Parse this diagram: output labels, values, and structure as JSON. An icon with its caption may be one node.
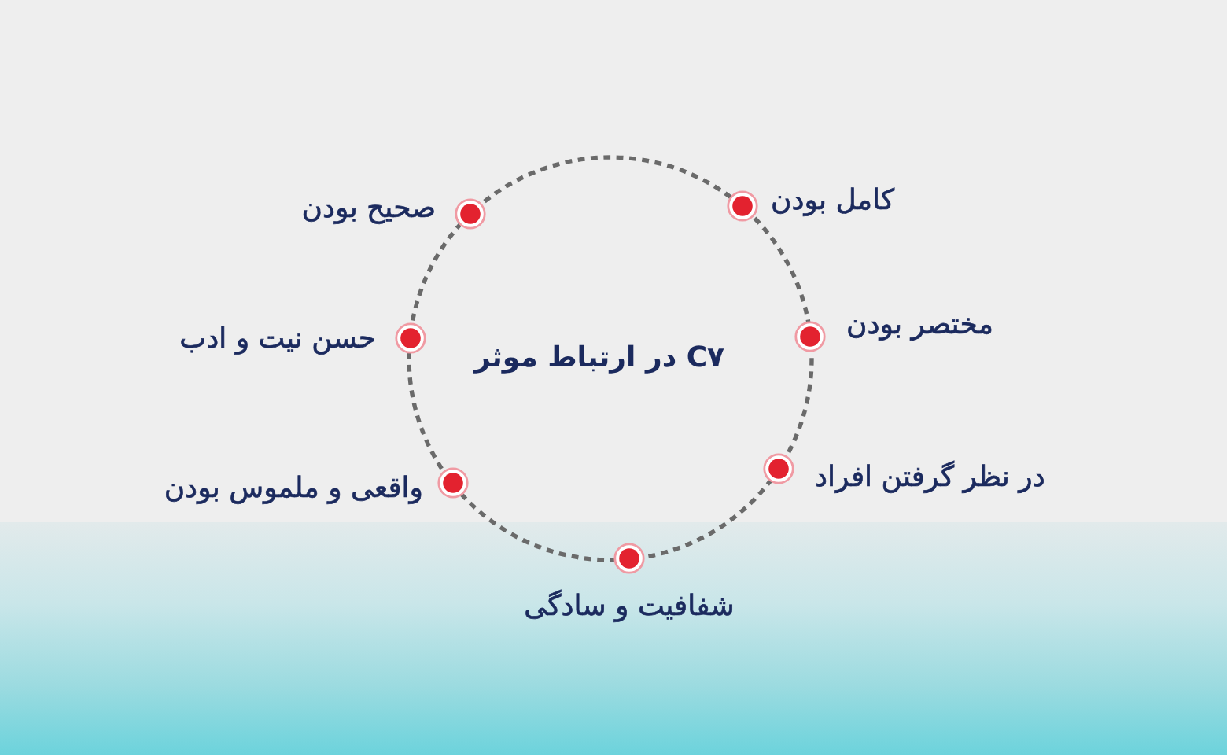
{
  "diagram": {
    "nodes": [
      {
        "text": [
          "C۷ در ارتباط موثر"
        ]
      }
    ],
    "labels": [
      "کامل بودن",
      "صحیح بودن",
      "مختصر بودن",
      "حسن نیت و ادب",
      "در نظر گرفتن افراد",
      "واقعی و ملموس بودن",
      "شفافیت و سادگی"
    ]
  }
}
